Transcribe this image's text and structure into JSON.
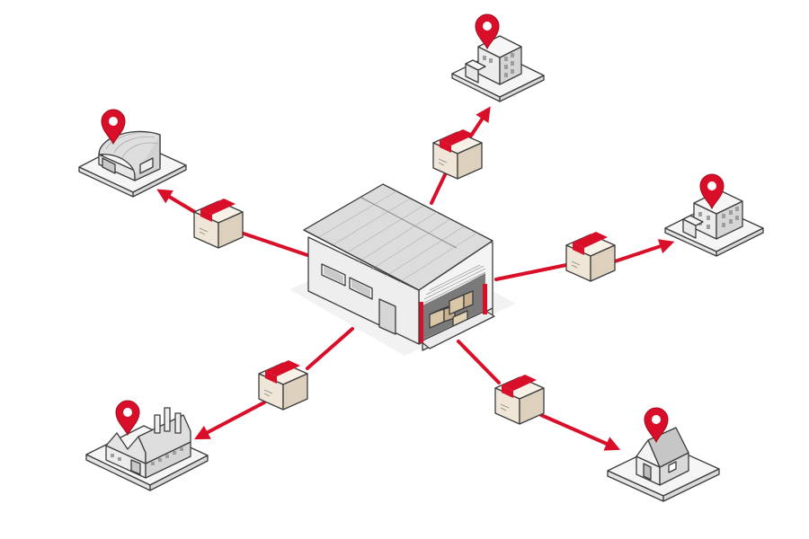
{
  "diagram": {
    "type": "hub-and-spoke distribution",
    "hub": {
      "kind": "warehouse-hub"
    },
    "nodes": [
      {
        "id": "office-building",
        "kind": "office"
      },
      {
        "id": "storage-hangar",
        "kind": "hangar"
      },
      {
        "id": "apartment-building",
        "kind": "apartment"
      },
      {
        "id": "factory",
        "kind": "factory"
      },
      {
        "id": "house",
        "kind": "house"
      }
    ],
    "routes": [
      {
        "from": "warehouse-hub",
        "to": "office-building",
        "carries": "parcel"
      },
      {
        "from": "warehouse-hub",
        "to": "storage-hangar",
        "carries": "parcel"
      },
      {
        "from": "warehouse-hub",
        "to": "apartment-building",
        "carries": "parcel"
      },
      {
        "from": "warehouse-hub",
        "to": "factory",
        "carries": "parcel"
      },
      {
        "from": "warehouse-hub",
        "to": "house",
        "carries": "parcel"
      }
    ]
  },
  "colors": {
    "accent": "#d90f2a",
    "outline": "#3c3c3c",
    "roof": "#d9d9d9",
    "wall": "#f1f1f1",
    "box": "#efe6d8",
    "platform": "#f5f5f5"
  },
  "icons": [
    "location-pin-icon",
    "parcel-box-icon",
    "route-arrow-icon"
  ]
}
